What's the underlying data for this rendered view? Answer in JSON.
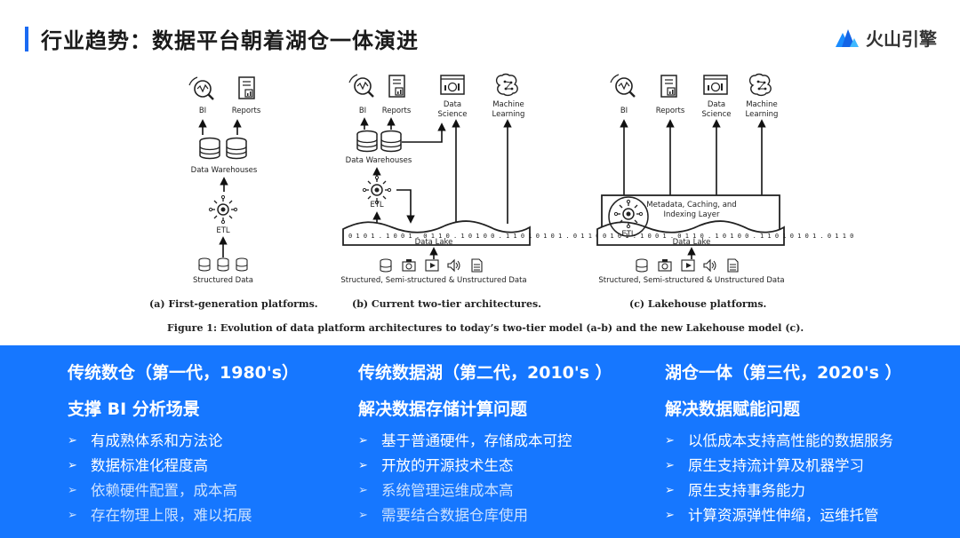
{
  "header": {
    "title": "行业趋势：数据平台朝着湖仓一体演进",
    "logo_text": "火山引擎",
    "accent_color": "#1a6af2"
  },
  "figure": {
    "panel_a": {
      "labels": {
        "bi": "BI",
        "reports": "Reports",
        "dw": "Data Warehouses",
        "etl": "ETL",
        "source": "Structured Data"
      },
      "caption": "(a) First-generation platforms."
    },
    "panel_b": {
      "labels": {
        "bi": "BI",
        "reports": "Reports",
        "ds1": "Data",
        "ds2": "Science",
        "ml1": "Machine",
        "ml2": "Learning",
        "dw": "Data Warehouses",
        "etl": "ETL",
        "lake": "Data Lake",
        "source": "Structured, Semi-structured & Unstructured Data"
      },
      "caption": "(b) Current two-tier architectures."
    },
    "panel_c": {
      "labels": {
        "bi": "BI",
        "reports": "Reports",
        "ds1": "Data",
        "ds2": "Science",
        "ml1": "Machine",
        "ml2": "Learning",
        "meta1": "Metadata, Caching, and",
        "meta2": "Indexing Layer",
        "etl": "ETL",
        "lake": "Data Lake",
        "source": "Structured, Semi-structured & Unstructured Data"
      },
      "caption": "(c) Lakehouse platforms."
    },
    "figure_caption": "Figure 1: Evolution of data platform architectures to today’s two-tier model (a-b) and the new Lakehouse model (c)."
  },
  "panel": {
    "background": "#1677ff",
    "columns": [
      {
        "title": "传统数仓（第一代，1980's）",
        "subtitle": "支撑 BI 分析场景",
        "items": [
          "有成熟体系和方法论",
          "数据标准化程度高",
          "依赖硬件配置，成本高",
          "存在物理上限，难以拓展"
        ]
      },
      {
        "title": "传统数据湖（第二代，2010's ）",
        "subtitle": "解决数据存储计算问题",
        "items": [
          "基于普通硬件，存储成本可控",
          "开放的开源技术生态",
          "系统管理运维成本高",
          "需要结合数据仓库使用"
        ]
      },
      {
        "title": "湖仓一体（第三代，2020's ）",
        "subtitle": "解决数据赋能问题",
        "items": [
          "以低成本支持高性能的数据服务",
          "原生支持流计算及机器学习",
          "原生支持事务能力",
          "计算资源弹性伸缩，运维托管"
        ]
      }
    ]
  }
}
